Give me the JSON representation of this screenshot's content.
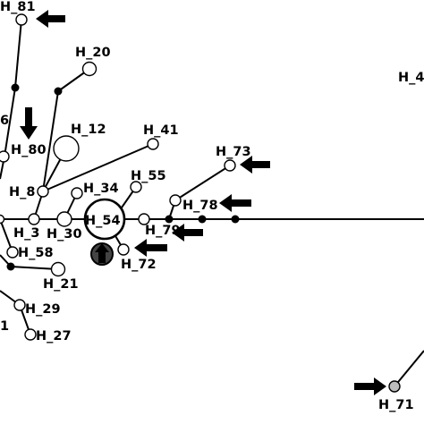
{
  "network": {
    "haplotypes": [
      {
        "id": "h81",
        "label": "H_81"
      },
      {
        "id": "h20",
        "label": "H_20"
      },
      {
        "id": "h4x",
        "label": "H_4"
      },
      {
        "id": "h6x",
        "label": "6"
      },
      {
        "id": "h12",
        "label": "H_12"
      },
      {
        "id": "h41",
        "label": "H_41"
      },
      {
        "id": "h80",
        "label": "H_80"
      },
      {
        "id": "h73",
        "label": "H_73"
      },
      {
        "id": "h55",
        "label": "H_55"
      },
      {
        "id": "h34",
        "label": "H_34"
      },
      {
        "id": "h8",
        "label": "H_8"
      },
      {
        "id": "h78",
        "label": "H_78"
      },
      {
        "id": "h54",
        "label": "H_54"
      },
      {
        "id": "h79",
        "label": "H_79"
      },
      {
        "id": "h3",
        "label": "H_3"
      },
      {
        "id": "h30",
        "label": "H_30"
      },
      {
        "id": "h58",
        "label": "H_58"
      },
      {
        "id": "h72",
        "label": "H_72"
      },
      {
        "id": "h21",
        "label": "H_21"
      },
      {
        "id": "h29",
        "label": "H_29"
      },
      {
        "id": "h1x",
        "label": "1"
      },
      {
        "id": "h27",
        "label": "H_27"
      },
      {
        "id": "h71",
        "label": "H_71"
      }
    ],
    "colors": {
      "line": "#000000",
      "node_fill": "#ffffff",
      "highlight_fill": "#bdbdbd",
      "median_vector": "#000000",
      "arrow": "#000000"
    }
  }
}
